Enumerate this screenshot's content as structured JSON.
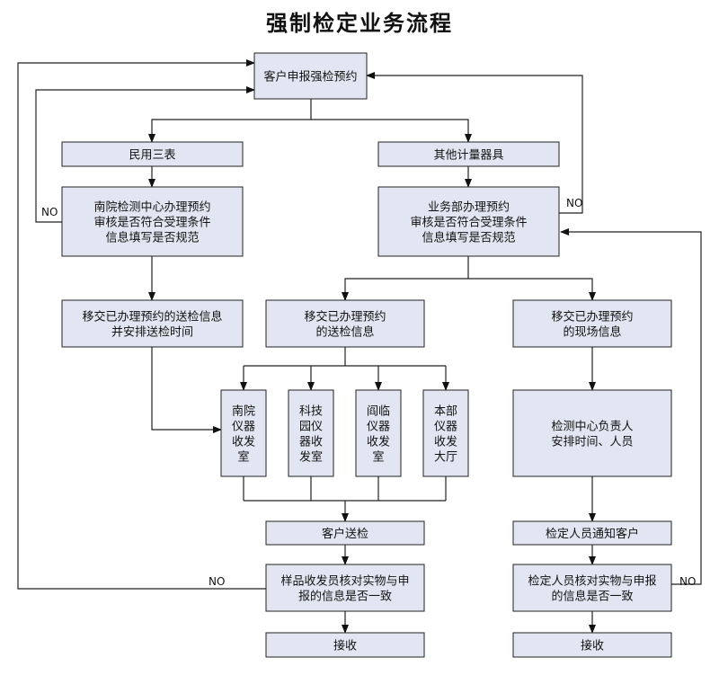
{
  "title": "强制检定业务流程",
  "boxes": [
    {
      "id": "apply",
      "lines": [
        "客户申报强检预约"
      ]
    },
    {
      "id": "civil-meters",
      "lines": [
        "民用三表"
      ]
    },
    {
      "id": "other-meters",
      "lines": [
        "其他计量器具"
      ]
    },
    {
      "id": "nanyuan-review",
      "lines": [
        "南院检测中心办理预约",
        "审核是否符合受理条件",
        "信息填写是否规范"
      ]
    },
    {
      "id": "dept-review",
      "lines": [
        "业务部办理预约",
        "审核是否符合受理条件",
        "信息填写是否规范"
      ]
    },
    {
      "id": "transfer-send-schedule",
      "lines": [
        "移交已办理预约的送检信息",
        "并安排送检时间"
      ]
    },
    {
      "id": "transfer-send",
      "lines": [
        "移交已办理预约",
        "的送检信息"
      ]
    },
    {
      "id": "transfer-onsite",
      "lines": [
        "移交已办理预约",
        "的现场信息"
      ]
    },
    {
      "id": "room-nanyuan",
      "lines": [
        "南院",
        "仪器",
        "收发",
        "室"
      ]
    },
    {
      "id": "room-keji",
      "lines": [
        "科技",
        "园仪",
        "器收",
        "发室"
      ]
    },
    {
      "id": "room-yanlin",
      "lines": [
        "阎临",
        "仪器",
        "收发",
        "室"
      ]
    },
    {
      "id": "room-benbu",
      "lines": [
        "本部",
        "仪器",
        "收发",
        "大厅"
      ]
    },
    {
      "id": "center-arrange",
      "lines": [
        "检测中心负责人",
        "安排时间、人员"
      ]
    },
    {
      "id": "customer-send",
      "lines": [
        "客户送检"
      ]
    },
    {
      "id": "notify-customer",
      "lines": [
        "检定人员通知客户"
      ]
    },
    {
      "id": "sample-check",
      "lines": [
        "样品收发员核对实物与申",
        "报的信息是否一致"
      ]
    },
    {
      "id": "staff-check",
      "lines": [
        "检定人员核对实物与申报",
        "的信息是否一致"
      ]
    },
    {
      "id": "receive-left",
      "lines": [
        "接收"
      ]
    },
    {
      "id": "receive-right",
      "lines": [
        "接收"
      ]
    }
  ],
  "labels": {
    "no_nanyuan": "NO",
    "no_dept": "NO",
    "no_sample": "NO",
    "no_staff": "NO"
  }
}
